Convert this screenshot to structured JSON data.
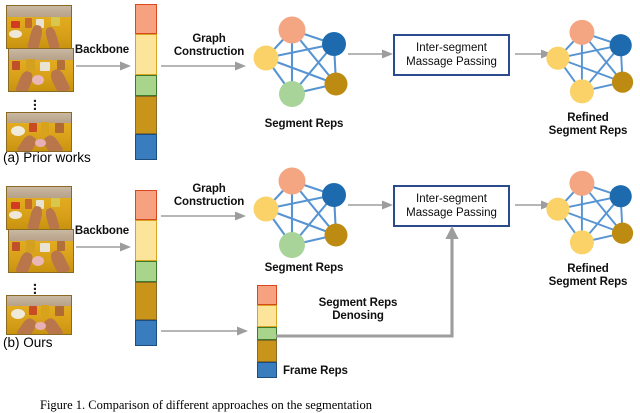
{
  "figure": {
    "caption": "Figure 1.  Comparison of different approaches on the segmentation"
  },
  "panels": [
    {
      "id": "a",
      "tag": "(a) Prior works"
    },
    {
      "id": "b",
      "tag": "(b) Ours"
    }
  ],
  "labels": {
    "backbone": "Backbone",
    "graph_construction": "Graph\nConstruction",
    "segment_reps": "Segment Reps",
    "refined_segment_reps": "Refined\nSegment Reps",
    "inter_segment_message_passing": "Inter-segment\nMassage Passing",
    "segment_reps_denosing": "Segment Reps\nDenosing",
    "frame_reps": "Frame Reps",
    "vertical_ellipsis": "⋮"
  },
  "colors": {
    "salmon": "#F6A281",
    "salmon_border": "#D9471E",
    "cream": "#FCE49A",
    "cream_border": "#D9A521",
    "green": "#A9D48B",
    "green_border": "#3D7A2B",
    "ochre": "#C8951A",
    "ochre_border": "#8A6A24",
    "blue": "#3A7DBF",
    "blue_border": "#1B4E7E",
    "node_salmon": "#F4A582",
    "node_yellow": "#FBD267",
    "node_green": "#A8D49A",
    "node_darkblue": "#1D6BAE",
    "node_darkgold": "#BE8B12",
    "edge": "#4E8FD0",
    "arrow_gray": "#9D9D9D",
    "box_border": "#2A4B8D"
  },
  "segment_bar": {
    "name": "segment-representation-bar",
    "segments": [
      {
        "color_key": "salmon",
        "label": "segment-1"
      },
      {
        "color_key": "cream",
        "label": "segment-2"
      },
      {
        "color_key": "green",
        "label": "segment-3"
      },
      {
        "color_key": "ochre",
        "label": "segment-4"
      },
      {
        "color_key": "blue",
        "label": "segment-5"
      }
    ]
  },
  "frame_bar": {
    "name": "frame-representation-bar",
    "segments": [
      {
        "color_key": "salmon",
        "label": "frame-1"
      },
      {
        "color_key": "cream",
        "label": "frame-2"
      },
      {
        "color_key": "green",
        "label": "frame-3"
      },
      {
        "color_key": "ochre",
        "label": "frame-4"
      },
      {
        "color_key": "blue",
        "label": "frame-5"
      }
    ]
  },
  "graphs": {
    "segment_graph_nodes": [
      {
        "name": "node-salmon",
        "color_key": "node_salmon"
      },
      {
        "name": "node-yellow",
        "color_key": "node_yellow"
      },
      {
        "name": "node-darkblue",
        "color_key": "node_darkblue"
      },
      {
        "name": "node-green",
        "color_key": "node_green"
      },
      {
        "name": "node-darkgold",
        "color_key": "node_darkgold"
      }
    ],
    "refined_graph_nodes": [
      {
        "name": "node-salmon",
        "color_key": "node_salmon"
      },
      {
        "name": "node-yellow",
        "color_key": "node_yellow"
      },
      {
        "name": "node-darkblue",
        "color_key": "node_darkblue"
      },
      {
        "name": "node-yellow-2",
        "color_key": "node_yellow"
      },
      {
        "name": "node-darkgold",
        "color_key": "node_darkgold"
      }
    ]
  },
  "video_frames": {
    "count_shown": 3,
    "description": "egocentric kitchen table video frames"
  }
}
